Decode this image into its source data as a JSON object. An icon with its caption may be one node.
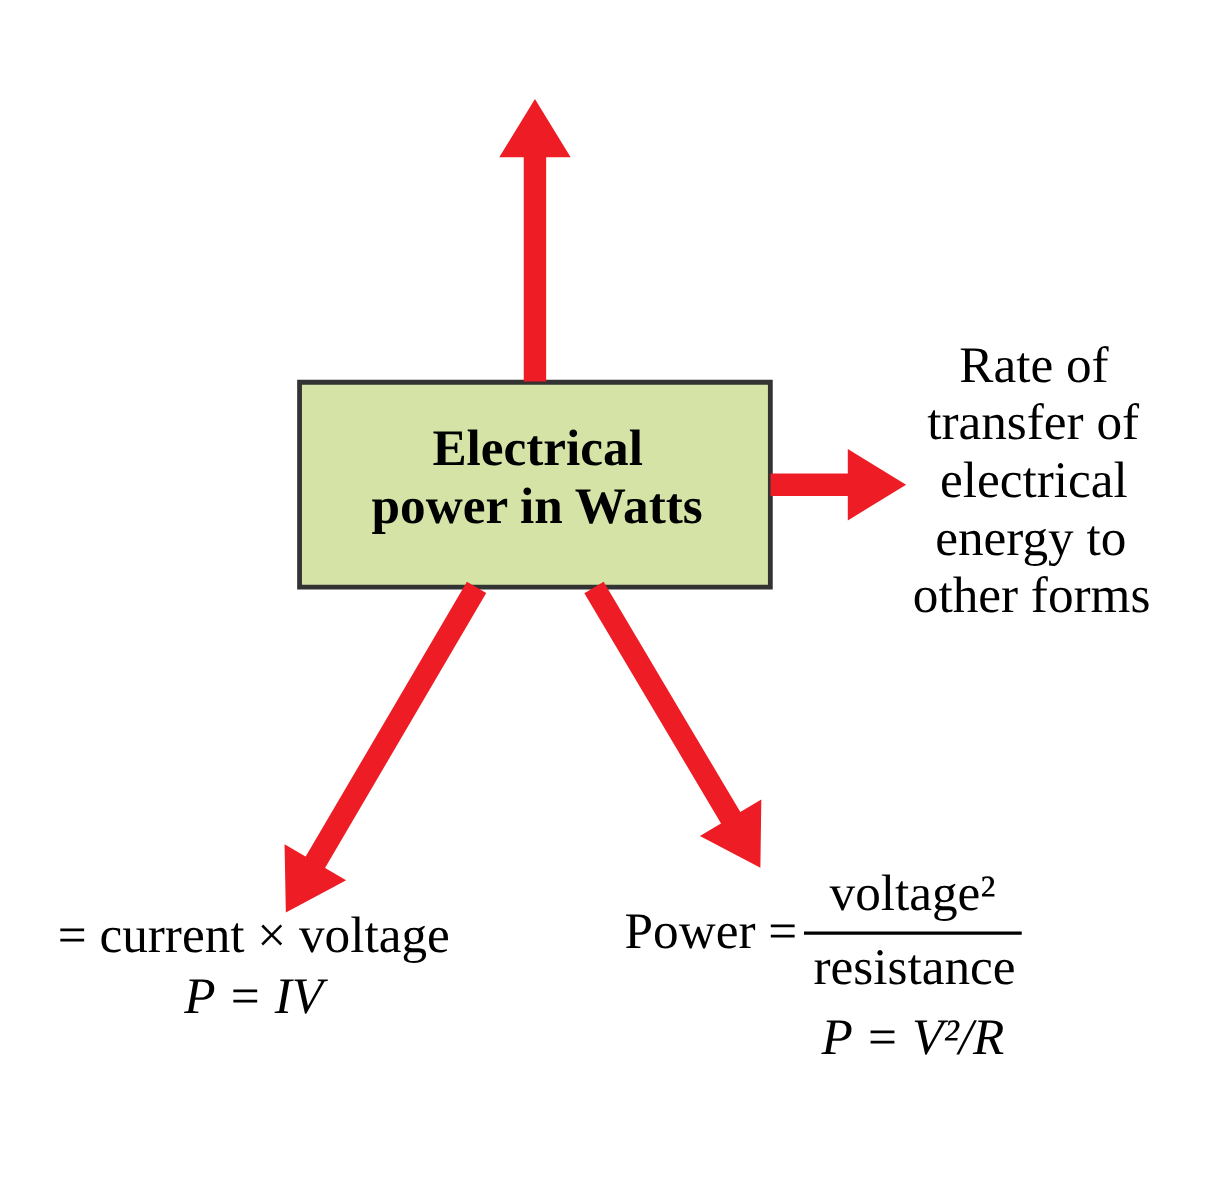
{
  "diagram": {
    "nodes": [
      {
        "text": [
          "Electrical power in Watts"
        ]
      },
      {
        "text": [
          "Rate of transfer of electrical energy to other forms"
        ]
      },
      {
        "text": [
          "Power =",
          "voltage²",
          "resistance",
          "P = V²/R"
        ]
      },
      {
        "text": [
          "= current × voltage",
          "P = IV"
        ]
      }
    ],
    "edges": [
      {
        "from": 0,
        "to": null,
        "arrow": "to"
      },
      {
        "from": 0,
        "to": 1,
        "arrow": "to"
      },
      {
        "from": 0,
        "to": 2,
        "arrow": "to"
      },
      {
        "from": 0,
        "to": 3,
        "arrow": "to"
      }
    ]
  }
}
